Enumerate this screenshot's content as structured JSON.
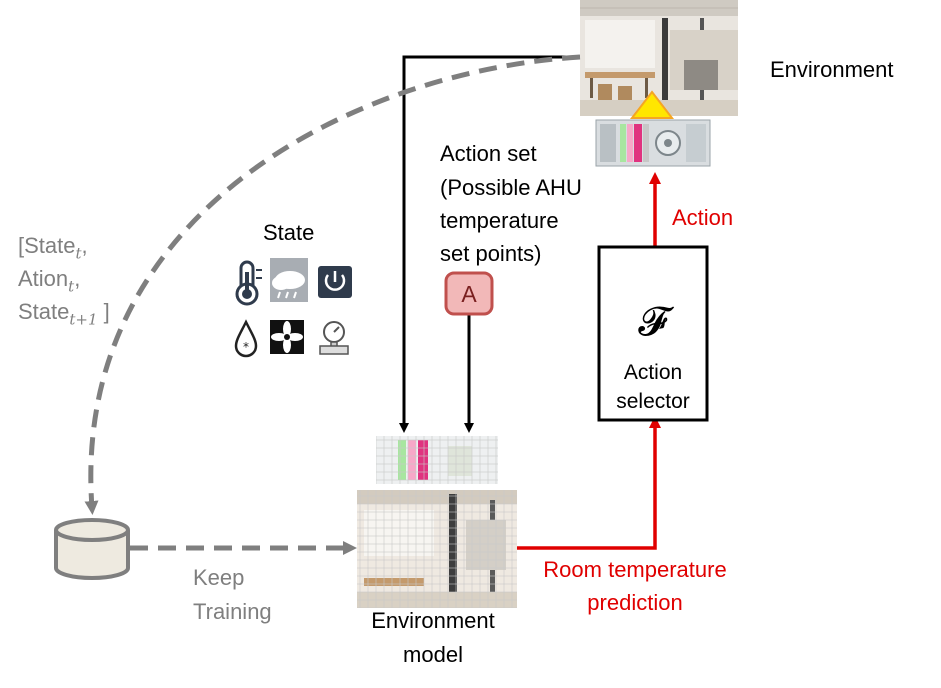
{
  "environment_label": "Environment",
  "action_set": {
    "title": "Action set",
    "description_line1": "(Possible AHU",
    "description_line2": "temperature",
    "description_line3": "set points)",
    "badge": "A"
  },
  "state_label": "State",
  "replay_tuple": {
    "line1_prefix": "[State",
    "line1_sub": "t",
    "line1_suffix": ",",
    "line2_prefix": "Ation",
    "line2_sub": "t",
    "line2_suffix": ",",
    "line3_prefix": "State",
    "line3_sub": "t+1",
    "line3_suffix": " ]"
  },
  "action_label": "Action",
  "action_selector": {
    "symbol": "𝓕",
    "line1": "Action",
    "line2": "selector"
  },
  "prediction": {
    "line1": "Room temperature",
    "line2": "prediction"
  },
  "keep_training": {
    "line1": "Keep",
    "line2": "Training"
  },
  "env_model": {
    "line1": "Environment",
    "line2": "model"
  },
  "icons": [
    "thermometer-icon",
    "cloud-rain-icon",
    "power-icon",
    "water-drop-snow-icon",
    "fan-icon",
    "pressure-gauge-icon",
    "database-icon"
  ],
  "colors": {
    "red": "#e00000",
    "grey": "#7f7f7f",
    "badge_fill": "#f2b8b8",
    "badge_stroke": "#c0504d"
  }
}
